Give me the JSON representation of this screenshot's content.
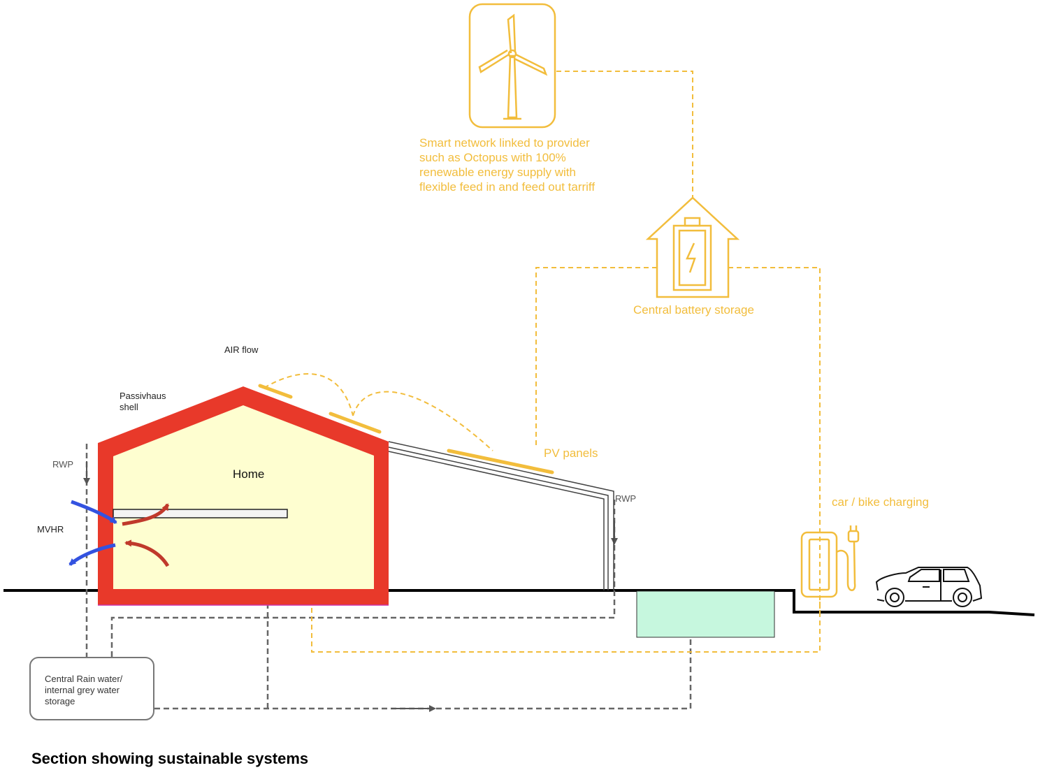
{
  "labels": {
    "air_flow": "AIR flow",
    "passivhaus_shell": "Passivhaus shell",
    "home": "Home",
    "rwp_left": "RWP",
    "rwp_right": "RWP",
    "mvhr": "MVHR",
    "pv_panels": "PV panels",
    "central_battery": "Central battery storage",
    "smart_network": "Smart network linked to provider such as Octopus with 100% renewable energy supply with flexible feed in and feed out tarriff",
    "car_charging": "car / bike charging",
    "rain_storage": "Central Rain water/ internal grey water storage"
  },
  "caption": "Section showing sustainable systems",
  "colors": {
    "shell_red": "#e8392a",
    "interior": "#fefed0",
    "energy_yellow": "#f2bd3c",
    "water_grey": "#666666",
    "tank_green": "#c6f7de",
    "supply_air_red": "#c0392b",
    "extract_air_blue": "#3352e0"
  },
  "icons": [
    "wind-turbine-icon",
    "battery-house-icon",
    "ev-charger-icon",
    "car-icon"
  ]
}
